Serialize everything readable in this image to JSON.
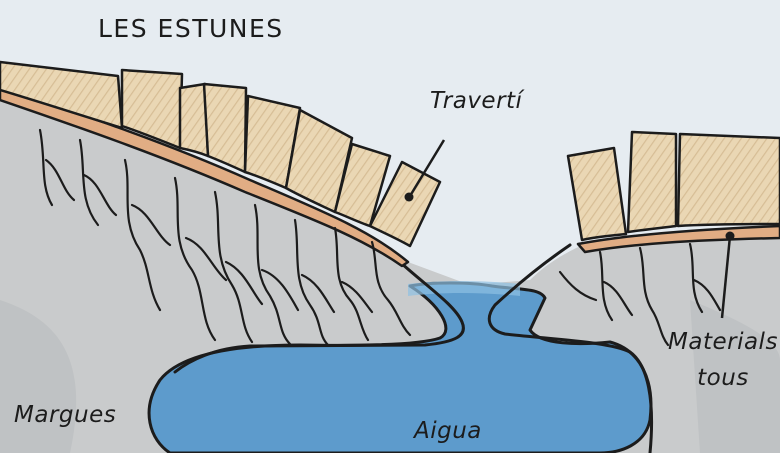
{
  "title": "LES ESTUNES",
  "labels": {
    "travertine": "Travertí",
    "soft_materials_line1": "Materials",
    "soft_materials_line2": "tous",
    "marl": "Margues",
    "water": "Aigua"
  },
  "colors": {
    "sky": "#e6ecf1",
    "marl": "#c9cbcc",
    "marl_shade": "#b3b6b8",
    "travertine_block": "#ead7b4",
    "travertine_stripe": "#d2b98f",
    "soft_layer": "#e1ad84",
    "water": "#5d9bcc",
    "water_light": "#8fc0e3",
    "ink": "#1c1c1c"
  }
}
